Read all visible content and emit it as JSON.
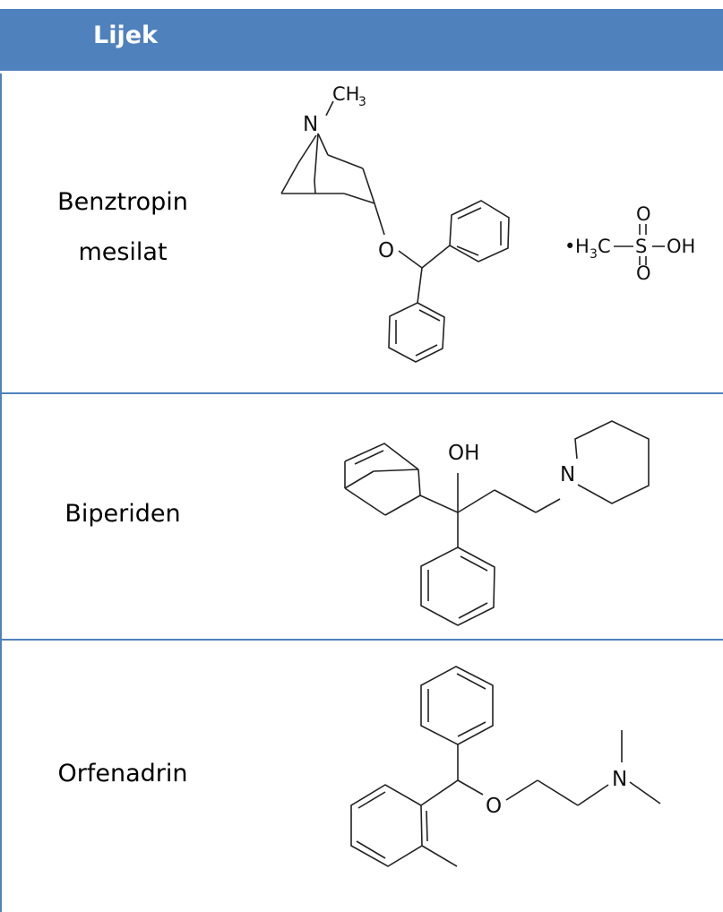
{
  "table": {
    "header": "Lijek",
    "rows": [
      {
        "name_line1": "Benztropin",
        "name_line2": "mesilat",
        "structure": {
          "N": "N",
          "CH": "CH",
          "sub3": "3",
          "O": "O",
          "salt_dot": "•",
          "H": "H",
          "sub3b": "3",
          "C": "C",
          "S": "S",
          "OH": "OH",
          "O_top": "O",
          "O_bottom": "O"
        }
      },
      {
        "name": "Biperiden",
        "structure": {
          "OH": "OH",
          "N": "N"
        }
      },
      {
        "name": "Orfenadrin",
        "structure": {
          "O": "O",
          "N": "N"
        }
      }
    ]
  },
  "colors": {
    "header_bg": "#4f81bd",
    "header_text": "#ffffff",
    "border": "#4f81bd"
  }
}
